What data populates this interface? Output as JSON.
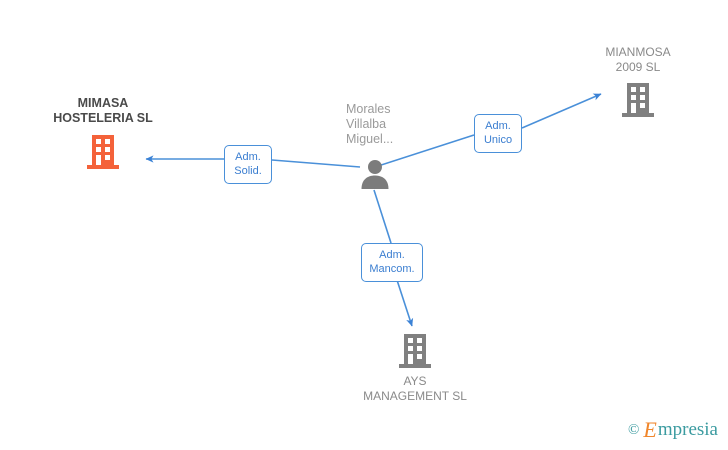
{
  "diagram": {
    "type": "relationship-graph",
    "background": "#ffffff",
    "colors": {
      "edge": "#4a90d9",
      "edge_label_text": "#3b7ed0",
      "company_gray": "#808080",
      "company_orange": "#f4623a",
      "person_gray": "#7c7c7c",
      "label_gray": "#8a8a8a",
      "label_dark": "#4a4a4a"
    },
    "nodes": [
      {
        "id": "mimasa",
        "label": "MIMASA\nHOSTELERIA SL",
        "icon": "building-icon",
        "icon_color": "#f4623a",
        "kind": "company",
        "highlight": true
      },
      {
        "id": "person",
        "label": "Morales\nVillalba\nMiguel...",
        "icon": "person-icon",
        "icon_color": "#7c7c7c",
        "kind": "person",
        "highlight": false
      },
      {
        "id": "mianmosa",
        "label": "MIANMOSA\n2009 SL",
        "icon": "building-icon",
        "icon_color": "#808080",
        "kind": "company",
        "highlight": false
      },
      {
        "id": "ays",
        "label": "AYS\nMANAGEMENT SL",
        "icon": "building-icon",
        "icon_color": "#808080",
        "kind": "company",
        "highlight": false
      }
    ],
    "edges": [
      {
        "id": "edge-solid",
        "from": "person",
        "to": "mimasa",
        "label": "Adm.\nSolid."
      },
      {
        "id": "edge-unico",
        "from": "person",
        "to": "mianmosa",
        "label": "Adm.\nUnico"
      },
      {
        "id": "edge-mancom",
        "from": "person",
        "to": "ays",
        "label": "Adm.\nMancom."
      }
    ]
  },
  "watermark": {
    "copyright": "©",
    "brand_initial": "E",
    "brand_rest": "mpresia"
  }
}
